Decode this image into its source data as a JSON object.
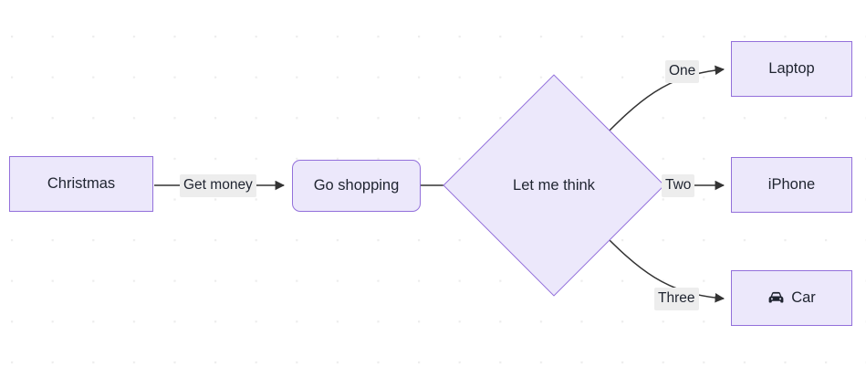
{
  "diagram": {
    "type": "flowchart",
    "direction": "left-to-right",
    "background": "#ffffff",
    "grid_dot_color": "#ededed",
    "node_fill": "#ece8fb",
    "node_border": "#9370db",
    "edge_color": "#333333",
    "label_halo": "#ededed",
    "text_color": "#1f2430"
  },
  "nodes": {
    "christmas": {
      "label": "Christmas",
      "shape": "rect"
    },
    "go_shopping": {
      "label": "Go shopping",
      "shape": "rounded-rect"
    },
    "let_me_think": {
      "label": "Let me think",
      "shape": "diamond"
    },
    "laptop": {
      "label": "Laptop",
      "shape": "rect"
    },
    "iphone": {
      "label": "iPhone",
      "shape": "rect"
    },
    "car": {
      "label": "Car",
      "shape": "rect",
      "icon": "car-icon"
    }
  },
  "edges": [
    {
      "from": "christmas",
      "to": "go_shopping",
      "label": "Get money"
    },
    {
      "from": "go_shopping",
      "to": "let_me_think",
      "label": ""
    },
    {
      "from": "let_me_think",
      "to": "laptop",
      "label": "One"
    },
    {
      "from": "let_me_think",
      "to": "iphone",
      "label": "Two"
    },
    {
      "from": "let_me_think",
      "to": "car",
      "label": "Three"
    }
  ]
}
